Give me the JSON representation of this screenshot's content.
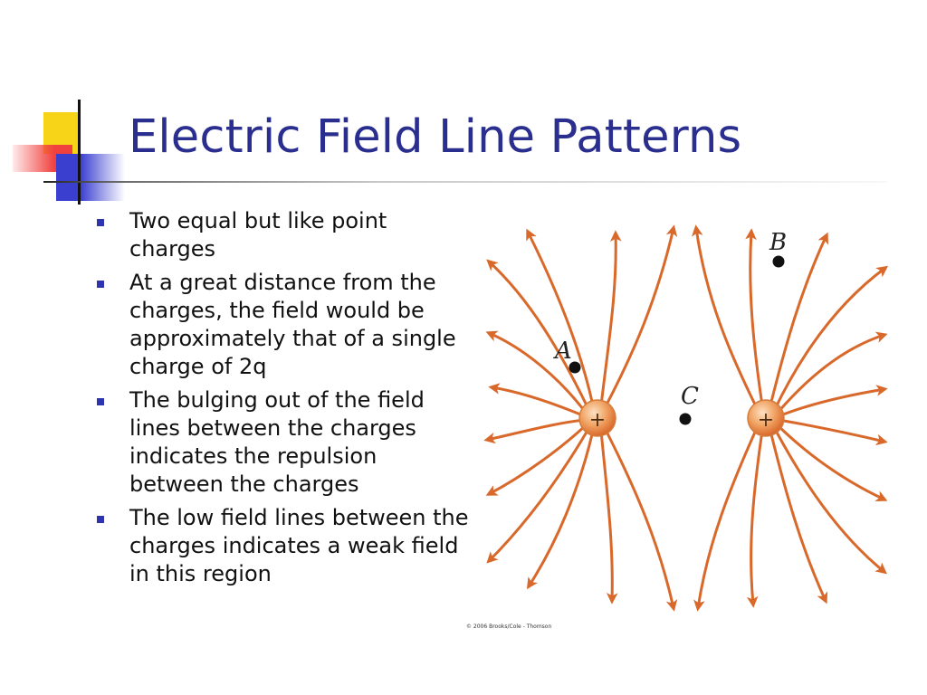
{
  "slide": {
    "title": "Electric Field Line Patterns",
    "bullets": [
      "Two equal but like point charges",
      "At a great distance from the charges, the field would be approximately that of a single charge of 2q",
      "The bulging out of the field lines between the charges indicates the repulsion between the charges",
      "The low field lines between the charges indicates a weak field in this region"
    ]
  },
  "figure": {
    "charge_sign": "+",
    "point_labels": [
      "A",
      "B",
      "C"
    ],
    "credit": "© 2006 Brooks/Cole - Thomson",
    "colors": {
      "field_line": "#d9692b",
      "charge": "#f0a262",
      "point": "#111111"
    }
  },
  "decoration": {
    "colors": {
      "yellow": "#f7d417",
      "red": "#f0413f",
      "blue": "#3a3fd0",
      "title": "#2a2e8f"
    }
  }
}
